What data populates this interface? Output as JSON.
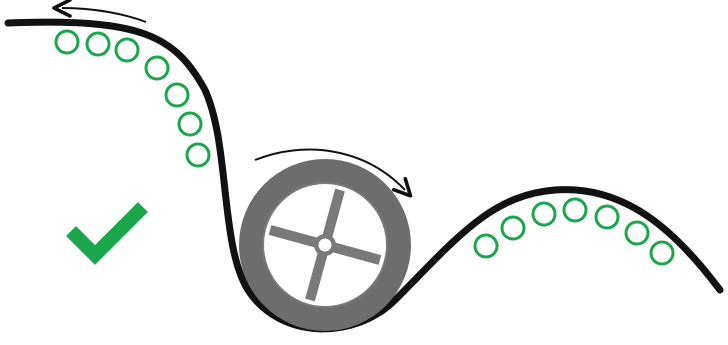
{
  "colors": {
    "belt": "#111111",
    "roller_outer": "#6d6d6d",
    "roller_inner": "#ffffff",
    "roller_spokes": "#7a7a7a",
    "markers": "#1aa64a",
    "arrows": "#111111",
    "check": "#1aa64a"
  },
  "icons": {
    "belt": "belt-path",
    "roller": "roller-wheel",
    "markers": "ring-markers",
    "direction": "arrow-icon",
    "status": "checkmark-icon"
  }
}
